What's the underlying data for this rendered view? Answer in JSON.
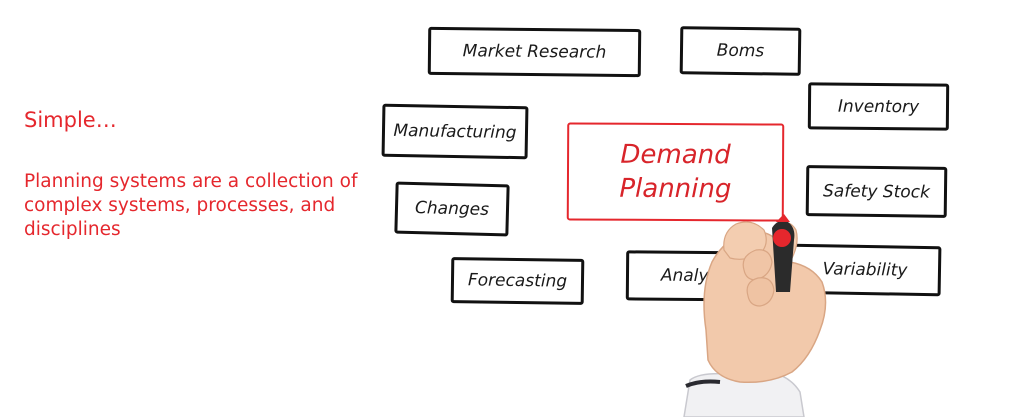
{
  "slide": {
    "heading": "Simple…",
    "body": "Planning systems are a collection of complex systems, processes, and disciplines"
  },
  "diagram": {
    "center": {
      "line1": "Demand",
      "line2": "Planning",
      "color": "#e5272d"
    },
    "boxes": {
      "market_research": "Market Research",
      "boms": "Boms",
      "inventory": "Inventory",
      "manufacturing": "Manufacturing",
      "changes": "Changes",
      "safety_stock": "Safety Stock",
      "forecasting": "Forecasting",
      "analytics": "Analytics",
      "variability": "Variability"
    }
  },
  "colors": {
    "accent": "#e5272d",
    "ink": "#111111"
  }
}
